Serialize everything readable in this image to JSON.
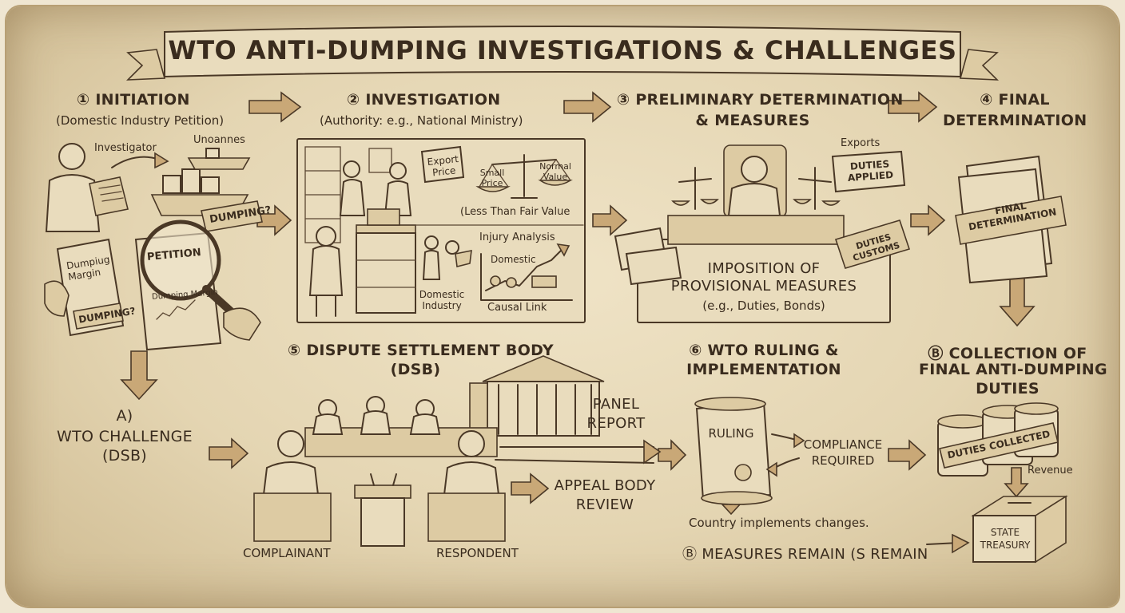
{
  "title": "WTO ANTI-DUMPING INVESTIGATIONS & CHALLENGES",
  "step1": {
    "number": "①",
    "heading": "INITIATION",
    "sub": "(Domestic Industry Petition)",
    "investigator": "Investigator",
    "ships": "Unoannes",
    "dumping_tag": "DUMPING?",
    "petition": "PETITION",
    "doc_title": "Dumpiug Margin",
    "doc_stamp": "DUMPING?",
    "chart_doc": "Dumping Margin"
  },
  "step2": {
    "number": "②",
    "heading": "INVESTIGATION",
    "sub": "(Authority: e.g., National Ministry)",
    "export_price": "Export Price",
    "small_price": "Small Price",
    "normal_value": "Normal Value",
    "ltfv": "(Less Than Fair Value",
    "injury": "Injury Analysis",
    "domestic": "Domestic",
    "domestic_industry": "Domestic Industry",
    "causal_link": "Causal Link"
  },
  "step3": {
    "number": "③",
    "heading_line1": "PRELIMINARY DETERMINATION",
    "heading_line2": "& MEASURES",
    "exports": "Exports",
    "duties_applied": "DUTIES APPLIED",
    "duties_custom": "DUTIES CUSTOMS",
    "imposition_line1": "IMPOSITION OF",
    "imposition_line2": "PROVISIONAL MEASURES",
    "imposition_line3": "(e.g., Duties, Bonds)"
  },
  "step4": {
    "number": "④",
    "heading_line1": "FINAL",
    "heading_line2": "DETERMINATION",
    "doc_label": "FINAL DETERMINATION"
  },
  "stepA": {
    "heading_line1": "A)",
    "heading_line2": "WTO CHALLENGE",
    "heading_line3": "(DSB)"
  },
  "step5": {
    "number": "⑤",
    "heading_line1": "DISPUTE SETTLEMENT BODY",
    "heading_line2": "(DSB)",
    "panel_line1": "PANEL",
    "panel_line2": "REPORT",
    "appeal_line1": "APPEAL BODY",
    "appeal_line2": "REVIEW",
    "complainant": "COMPLAINANT",
    "respondent": "RESPONDENT"
  },
  "step6": {
    "number": "⑥",
    "heading_line1": "WTO RULING &",
    "heading_line2": "IMPLEMENTATION",
    "ruling": "RULING",
    "compliance_line1": "COMPLIANCE",
    "compliance_line2": "REQUIRED",
    "implements": "Country implements changes."
  },
  "stepB": {
    "number": "Ⓑ",
    "heading_line1": "COLLECTION OF",
    "heading_line2": "FINAL ANTI-DUMPING",
    "heading_line3": "DUTIES",
    "duties_collected": "DUTIES COLLECTED",
    "revenue": "Revenue",
    "treasury_line1": "STATE",
    "treasury_line2": "TREASURY"
  },
  "measures_remain": {
    "number": "Ⓑ",
    "label": "MEASURES REMAIN (S REMAIN"
  },
  "colors": {
    "parchment": "#e8dbbd",
    "ink": "#3a2c1e",
    "arrow_fill": "#c9a877"
  }
}
